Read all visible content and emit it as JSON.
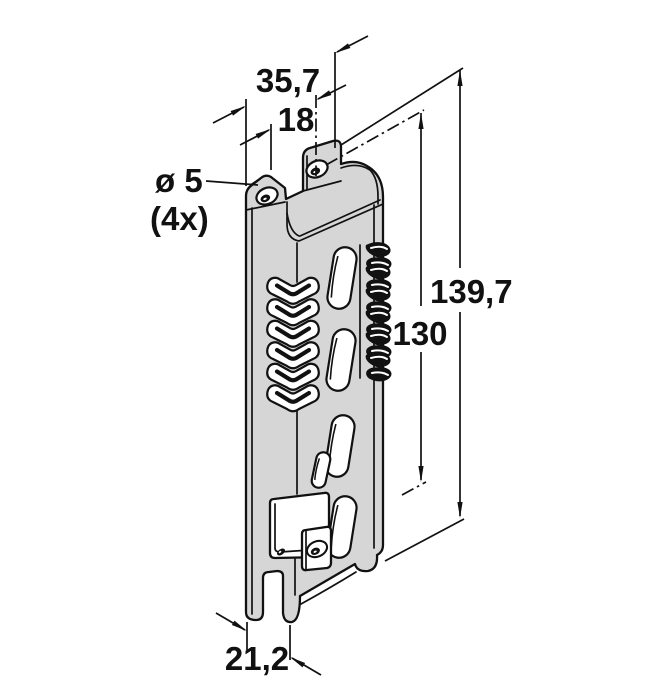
{
  "drawing": {
    "dimensions": {
      "top_width": "35,7",
      "hole_offset": "18",
      "hole_diameter": "ø 5",
      "hole_count": "(4x)",
      "overall_height": "139,7",
      "hole_spacing": "130",
      "depth": "21,2"
    },
    "colors": {
      "line": "#111111",
      "body_fill": "#d6d6d6",
      "background": "#ffffff"
    }
  }
}
